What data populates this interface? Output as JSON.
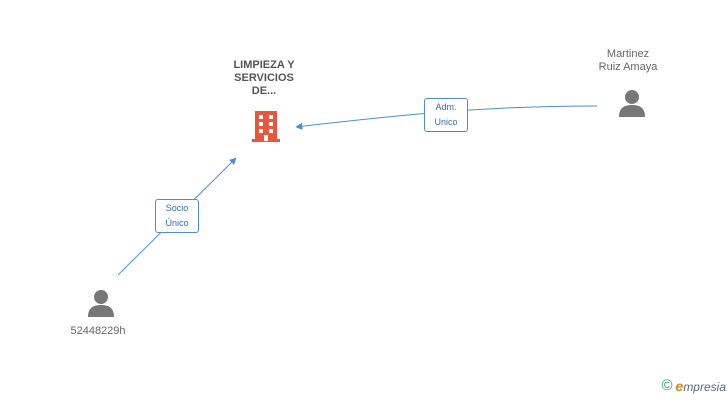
{
  "company": {
    "name_lines": [
      "LIMPIEZA Y",
      "SERVICIOS",
      "DE..."
    ],
    "icon": "building-icon",
    "color": "#e8573a"
  },
  "persons": [
    {
      "id": "martinez",
      "name_lines": [
        "Martinez",
        "Ruiz Amaya"
      ],
      "icon": "person-icon"
    },
    {
      "id": "id52448229h",
      "name_lines": [
        "52448229h"
      ],
      "icon": "person-icon"
    }
  ],
  "edges": [
    {
      "from": "martinez",
      "to": "company",
      "label_lines": [
        "Adm.",
        "Unico"
      ]
    },
    {
      "from": "id52448229h",
      "to": "company",
      "label_lines": [
        "Socio",
        "Único"
      ]
    }
  ],
  "colors": {
    "edge": "#4a8fd4",
    "person": "#777777"
  },
  "brand": {
    "copyright": "©",
    "initial": "e",
    "rest": "mpresia"
  }
}
